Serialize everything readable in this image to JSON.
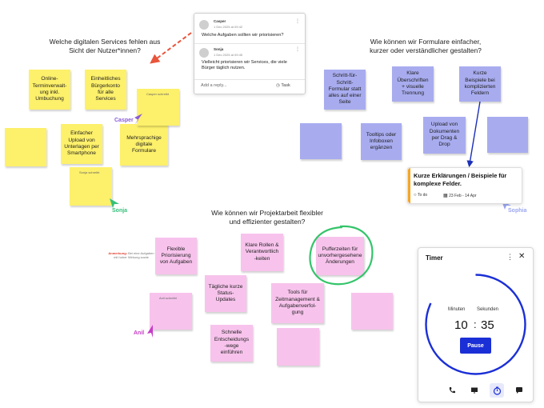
{
  "sections": {
    "digital_services": {
      "title": "Welche digitalen Services fehlen aus\nSicht der Nutzer*innen?"
    },
    "forms": {
      "title": "Wie können wir Formulare einfacher,\nkurzer oder verständlicher gestalten?"
    },
    "project_work": {
      "title": "Wie können wir Projektarbeit flexibler\nund effizienter gestalten?"
    }
  },
  "yellow_notes": [
    "Online-\nTerminverwalt-\nung inkl.\nUmbuchung",
    "Einheitliches\nBürgerkonto\nfür alle\nServices",
    "",
    "Einfacher\nUpload von\nUnterlagen per\nSmartphone",
    "Mehrsprachige\ndigitale\nFormulare"
  ],
  "yellow_small_notes": [
    "Casper schreibt",
    "Sonja schreibt"
  ],
  "blue_notes": [
    "Schritt-für-\nSchritt-\nFormular statt\nalles auf einer\nSeite",
    "Klare\nÜberschriften\n+ visuelle\nTrennung",
    "Kurze\nBeispiele bei\nkomplizierten\nFeldern",
    "",
    "Tooltips oder\nInfoboxen\nergänzen",
    "Upload von\nDokumenten\nper Drag &\nDrop",
    ""
  ],
  "pink_notes": [
    "Flexible\nPriorisierung\nvon Aufgaben",
    "Klare Rollen &\nVerantwortlich\n-keiten",
    "Pufferzeiten für\nunvorhergesehene\nÄnderungen",
    "Tägliche kurze\nStatus-\nUpdates",
    "Tools für\nZeitmanagement &\nAufgabenverfol-\ngung",
    "Schnelle\nEntscheidungs\n-wege\neinführen",
    "",
    ""
  ],
  "pink_small_note": "Anil schreibt",
  "annotation": {
    "label": "Anmerkung:",
    "text": "Bei eine Aufgaben mit hoher Wirkung sowie"
  },
  "cursors": [
    {
      "name": "Casper",
      "color": "#8a5cd6"
    },
    {
      "name": "Sonja",
      "color": "#36c07a"
    },
    {
      "name": "Anil",
      "color": "#c63cc7"
    },
    {
      "name": "Sophia",
      "color": "#9aa6ef"
    }
  ],
  "comment_card": {
    "comments": [
      {
        "author": "Casper",
        "date": "1 Dec 2025 at 09:42",
        "text": "Welche Aufgaben sollten wir priorisieren?"
      },
      {
        "author": "Sonja",
        "date": "1 Dec 2025 at 09:45",
        "text": "Vielleicht priorisieren wir Services, die viele\nBürger täglich nutzen."
      }
    ],
    "reply_placeholder": "Add a reply...",
    "task_label": "Task"
  },
  "task_card": {
    "title": "Kurze Erklärungen / Beispiele für\nkomplexe Felder.",
    "status": "To do",
    "dates": "23 Feb - 14 Apr"
  },
  "timer": {
    "title": "Timer",
    "minutes_label": "Minuten",
    "seconds_label": "Sekunden",
    "minutes": "10",
    "separator": ":",
    "seconds": "35",
    "pause_label": "Pause",
    "progress": 0.82,
    "accent": "#1b2fd6"
  },
  "colors": {
    "yellow": "#fdf06b",
    "blue": "#a8acef",
    "pink": "#f7c3ec",
    "arrow_red": "#e8553b",
    "arrow_blue": "#1b2fb8",
    "circle_green": "#34c46a"
  }
}
